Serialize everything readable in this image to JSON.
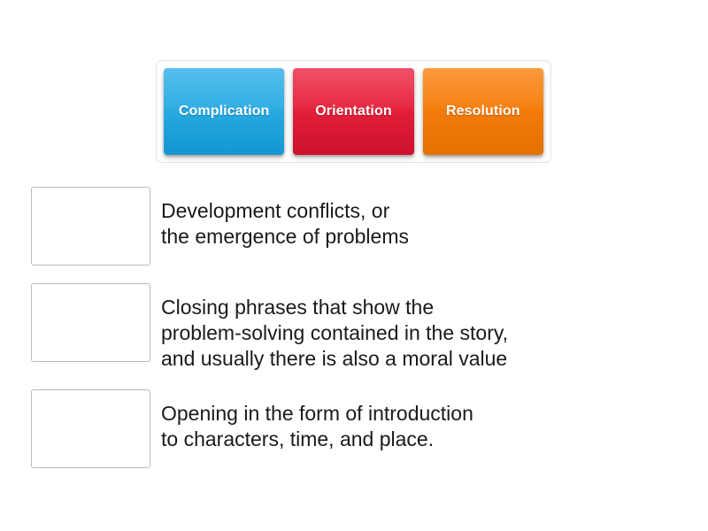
{
  "tray": {
    "name": "draggable-answer-tray",
    "tiles": [
      {
        "label": "Complication",
        "color": "#29abe2",
        "icon": "drag-tile"
      },
      {
        "label": "Orientation",
        "color": "#e5203a",
        "icon": "drag-tile"
      },
      {
        "label": "Resolution",
        "color": "#f57c0a",
        "icon": "drag-tile"
      }
    ]
  },
  "rows": [
    {
      "dropzone_value": "",
      "text": "Development conflicts, or\nthe emergence of problems"
    },
    {
      "dropzone_value": "",
      "text": "Closing phrases that show the\nproblem-solving contained in the story,\nand usually there is also a moral value"
    },
    {
      "dropzone_value": "",
      "text": "Opening in the form of introduction\nto characters, time, and place."
    }
  ],
  "colors": {
    "background": "#ffffff",
    "text": "#1a1a1a",
    "tile_text": "#ffffff",
    "dropzone_border": "#b9b9b9",
    "tray_border": "#e2e2e4"
  }
}
